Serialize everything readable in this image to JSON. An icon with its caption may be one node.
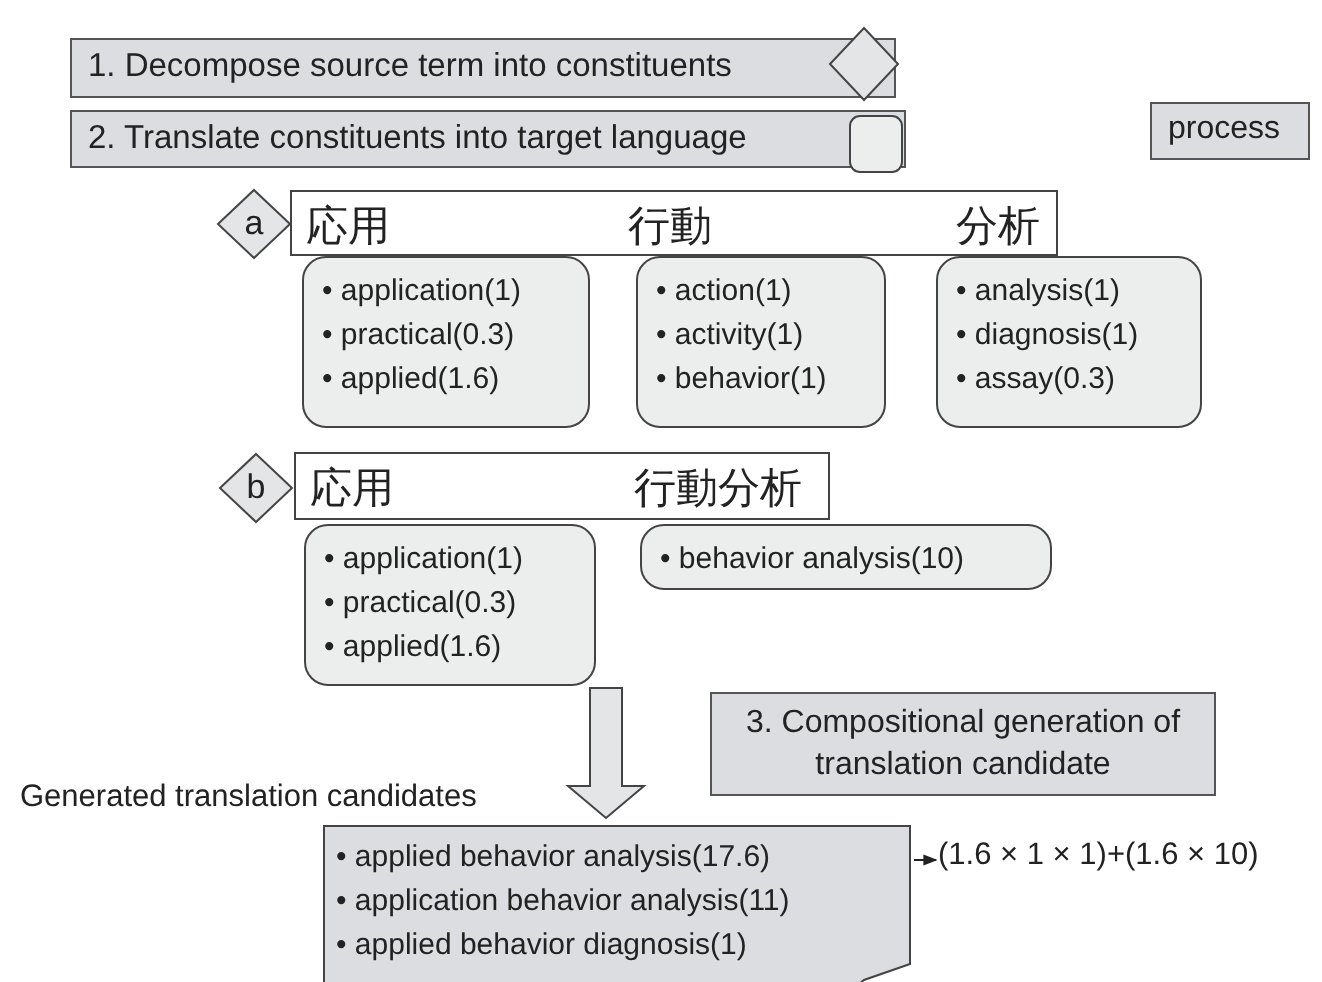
{
  "diagram": {
    "nodes": [
      {
        "text": [
          "1. Decompose source term into constituents"
        ]
      },
      {
        "text": [],
        "shape": "diamond",
        "in": 0
      },
      {
        "text": [
          "2. Translate constituents into target language"
        ]
      },
      {
        "text": [],
        "shape": "box",
        "in": 2
      },
      {
        "text": [
          "process"
        ]
      },
      {
        "text": [
          "a"
        ]
      },
      {
        "text": [
          "応用",
          "行動",
          "分析"
        ]
      },
      {
        "text": [
          "• application(1)",
          "• practical(0.3)",
          "• applied(1.6)"
        ]
      },
      {
        "text": [
          "• action(1)",
          "• activity(1)",
          "• behavior(1)"
        ]
      },
      {
        "text": [
          "• analysis(1)",
          "• diagnosis(1)",
          "• assay(0.3)"
        ]
      },
      {
        "text": [
          "b"
        ]
      },
      {
        "text": [
          "応用",
          "行動分析"
        ]
      },
      {
        "text": [
          "• application(1)",
          "• practical(0.3)",
          "• applied(1.6)"
        ]
      },
      {
        "text": [
          "• behavior analysis(10)"
        ]
      },
      {
        "text": [
          "3. Compositional generation of translation candidate"
        ]
      },
      {
        "text": [
          "• applied behavior analysis(17.6)",
          "• application behavior analysis(11)",
          "• applied behavior diagnosis(1)"
        ],
        "beside": [
          "Generated translation candidates"
        ]
      },
      {
        "text": [
          "(1.6 × 1 × 1)+(1.6 × 10)"
        ]
      }
    ],
    "edges": [
      {
        "from": 12,
        "to": 15,
        "arrow": "to",
        "style": "thick"
      },
      {
        "from": 15,
        "to": 16,
        "arrow": "to"
      }
    ]
  }
}
